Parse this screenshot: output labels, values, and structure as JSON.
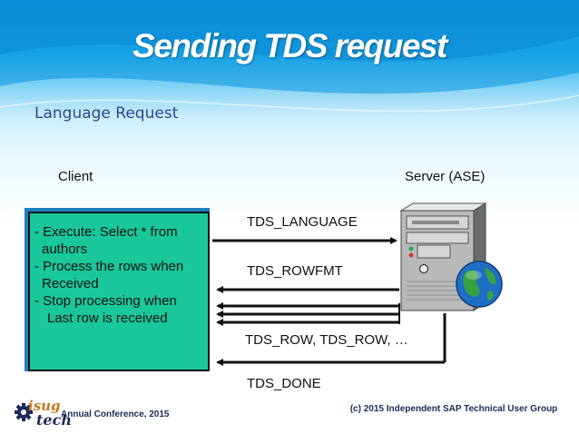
{
  "title": "Sending TDS request",
  "subtitle": "Language Request",
  "client_label": "Client",
  "server_label": "Server (ASE)",
  "client_box_lines": [
    "- Execute: Select * from",
    "  authors",
    "- Process the rows when",
    "  Received",
    "- Stop processing when",
    "    Last row is received"
  ],
  "messages": {
    "language": "TDS_LANGUAGE",
    "rowfmt": "TDS_ROWFMT",
    "rows": "TDS_ROW, TDS_ROW, …",
    "done": "TDS_DONE"
  },
  "footer": {
    "left": "Annual Conference, 2015",
    "right": "(c) 2015 Independent SAP Technical User Group",
    "logo_top": "isug",
    "logo_bottom": "tech"
  },
  "colors": {
    "client_box": "#19c79a",
    "title": "#ffffff",
    "subtitle": "#2c4a8a"
  },
  "icons": [
    "server-icon",
    "globe-icon",
    "gear-icon"
  ]
}
